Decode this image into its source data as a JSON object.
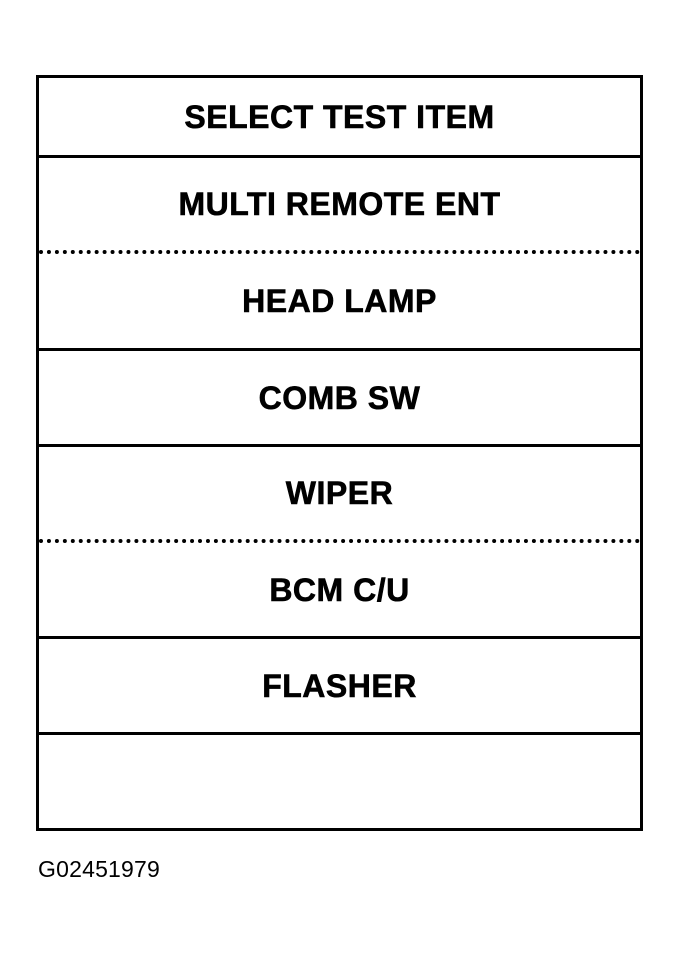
{
  "figure": {
    "caption": "G02451979",
    "panel_title": "SELECT TEST ITEM",
    "border_color": "#000000",
    "background_color": "#ffffff",
    "text_color": "#000000"
  },
  "menu": {
    "title_row": {
      "label": "SELECT TEST ITEM",
      "separator": "solid",
      "height": 80
    },
    "items": [
      {
        "label": "MULTI REMOTE ENT",
        "separator": "dotted",
        "height": 96
      },
      {
        "label": "HEAD LAMP",
        "separator": "solid",
        "height": 97
      },
      {
        "label": "COMB SW",
        "separator": "solid",
        "height": 96
      },
      {
        "label": "WIPER",
        "separator": "dotted",
        "height": 96
      },
      {
        "label": "BCM C/U",
        "separator": "solid",
        "height": 96
      },
      {
        "label": "FLASHER",
        "separator": "solid",
        "height": 96
      },
      {
        "label": "",
        "separator": "none",
        "height": 93
      }
    ]
  }
}
